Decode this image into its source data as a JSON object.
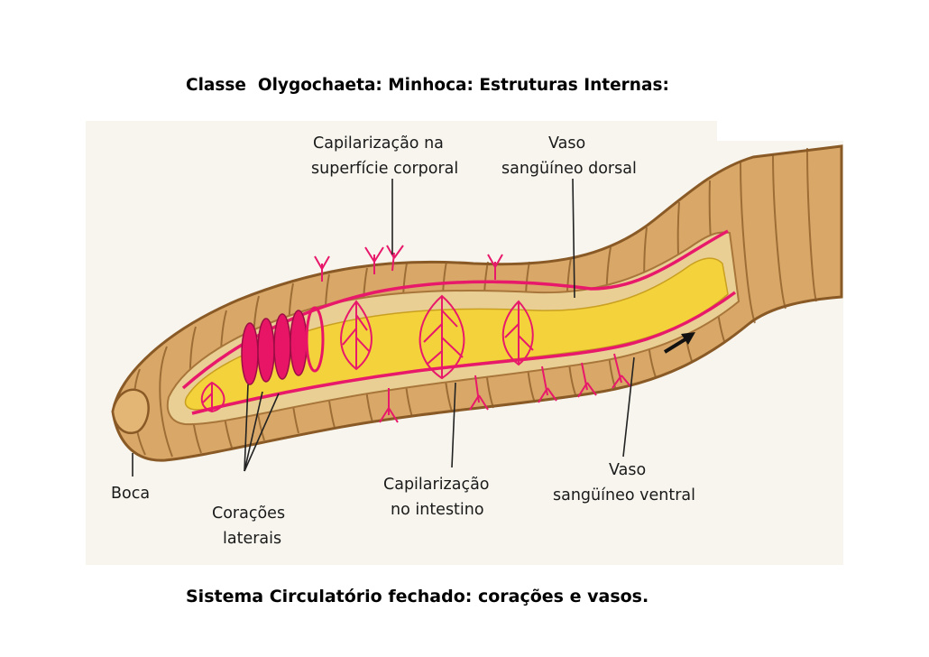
{
  "title": "Classe  Olygochaeta: Minhoca: Estruturas Internas:",
  "caption": "Sistema Circulatório fechado: corações e vasos.",
  "figure": {
    "labels": {
      "capilar_superficie_line1": "Capilarização na",
      "capilar_superficie_line2": "superfície corporal",
      "vaso_dorsal_line1": "Vaso",
      "vaso_dorsal_line2": "sangüíneo dorsal",
      "boca": "Boca",
      "coracoes_line1": "Corações",
      "coracoes_line2": "laterais",
      "capilar_intestino_line1": "Capilarização",
      "capilar_intestino_line2": "no intestino",
      "vaso_ventral_line1": "Vaso",
      "vaso_ventral_line2": "sangüíneo ventral"
    },
    "colors": {
      "background": "#f7f5ee",
      "body_tan": "#d9a868",
      "body_outline": "#8a5a26",
      "intestine_yellow": "#f4d23c",
      "vessel_magenta": "#e8186a",
      "heart_magenta": "#e81466"
    }
  }
}
